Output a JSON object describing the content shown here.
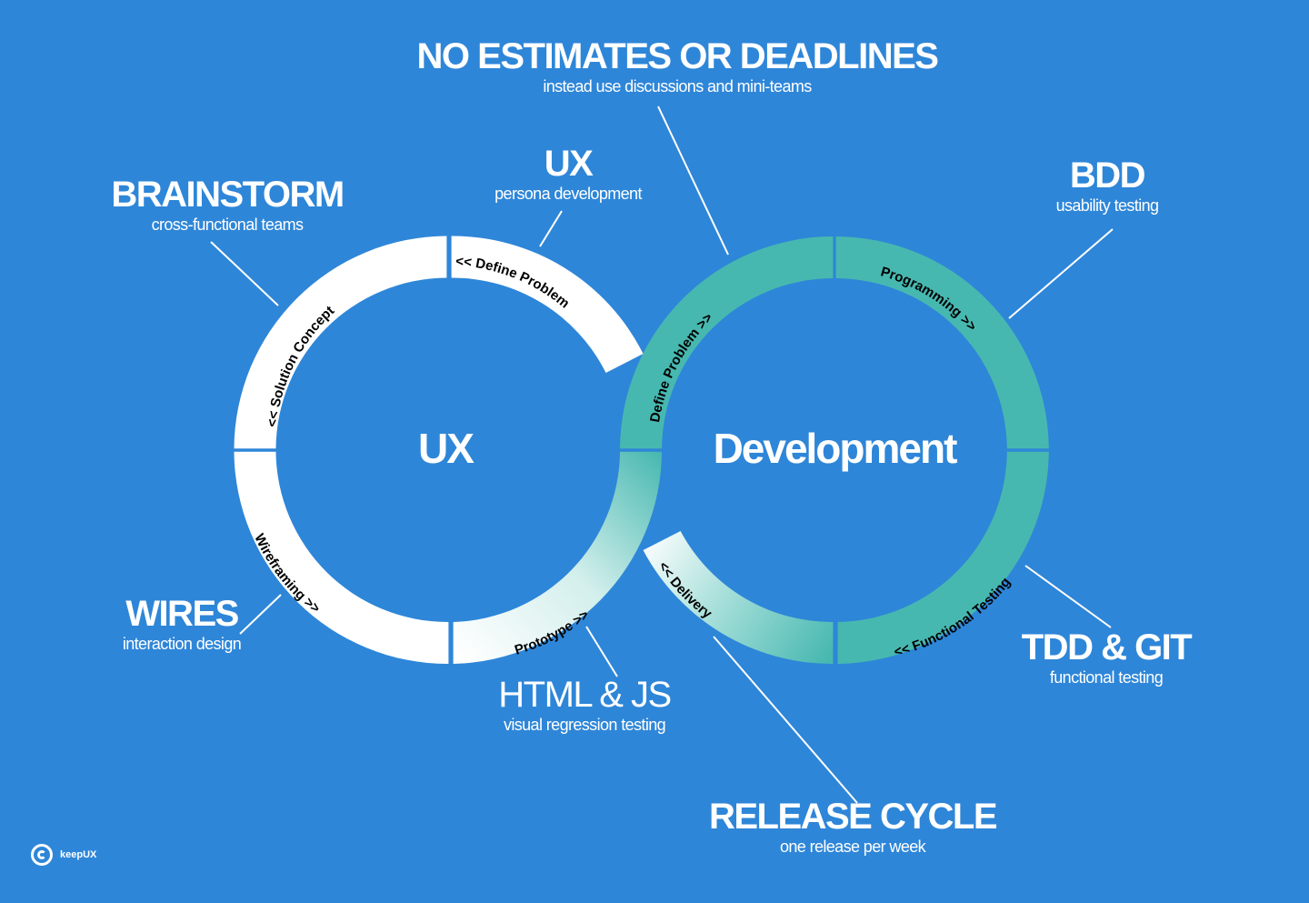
{
  "hubs": {
    "left": "UX",
    "right": "Development"
  },
  "ring_labels": {
    "left_top_left": "<< Solution Concept",
    "left_top_right": "<< Define Problem",
    "left_bottom_left": "Wireframing >>",
    "left_bottom_right": "Prototype >>",
    "right_top_left": "Define Problem >>",
    "right_top_right": "Programming >>",
    "right_bottom_right": "<< Functional Testing",
    "right_bottom_left": "<< Delivery"
  },
  "callouts": {
    "deadlines": {
      "title": "NO ESTIMATES OR DEADLINES",
      "sub": "instead use discussions and mini-teams"
    },
    "ux": {
      "title": "UX",
      "sub": "persona development"
    },
    "brainstorm": {
      "title": "BRAINSTORM",
      "sub": "cross-functional teams"
    },
    "bdd": {
      "title": "BDD",
      "sub": "usability testing"
    },
    "wires": {
      "title": "WIRES",
      "sub": "interaction design"
    },
    "htmljs": {
      "title": "HTML & JS",
      "sub": "visual regression testing"
    },
    "tddgit": {
      "title": "TDD & GIT",
      "sub": "functional testing"
    },
    "release": {
      "title": "RELEASE CYCLE",
      "sub": "one release per week"
    }
  },
  "logo": {
    "text": "keepUX",
    "icon": "keepux-logo-icon"
  },
  "colors": {
    "background": "#2e86d8",
    "ux_ring": "#ffffff",
    "dev_ring": "#47b8b0",
    "text": "#ffffff",
    "line": "#ffffff"
  }
}
